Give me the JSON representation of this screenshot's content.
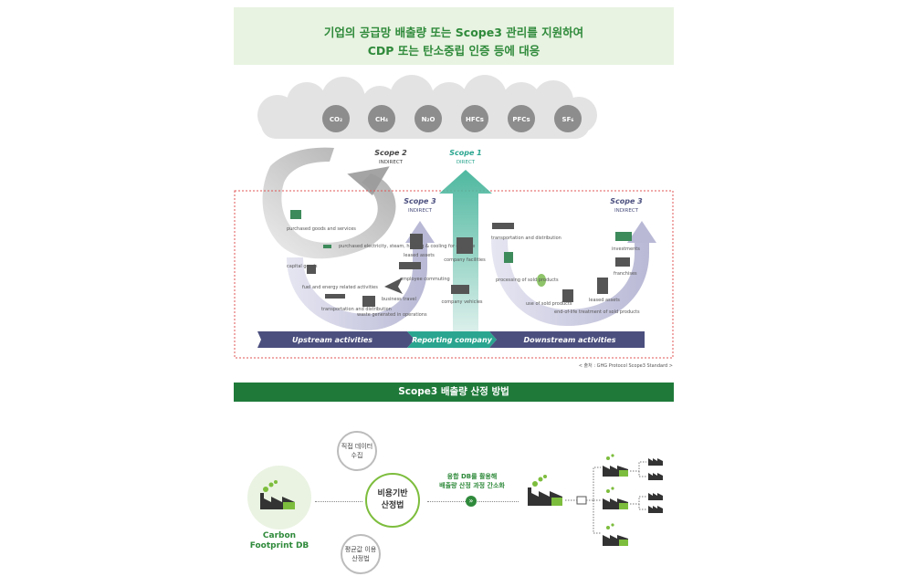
{
  "header": {
    "line1": "기업의 공급망 배출량 또는 Scope3 관리를 지원하여",
    "line2": "CDP 또는 탄소중립 인증 등에 대응"
  },
  "gases": [
    "CO₂",
    "CH₄",
    "N₂O",
    "HFCs",
    "PFCs",
    "SF₆"
  ],
  "scope2": {
    "title": "Scope 2",
    "sub": "INDIRECT"
  },
  "scope1": {
    "title": "Scope 1",
    "sub": "DIRECT"
  },
  "scope3_up": {
    "title": "Scope 3",
    "sub": "INDIRECT"
  },
  "scope3_down": {
    "title": "Scope 3",
    "sub": "INDIRECT"
  },
  "upstream_items": {
    "purchased_goods": "purchased goods and services",
    "capital_goods": "capital goods",
    "fuel_energy": "fuel and energy related activities",
    "transport_up": "transportation and distribution",
    "waste": "waste generated in operations",
    "business_travel": "business travel",
    "employee_commuting": "employee commuting",
    "leased_assets_up": "leased assets",
    "purchased_electricity": "purchased electricity, steam, heating & cooling for own use"
  },
  "reporting_items": {
    "company_facilities": "company facilities",
    "company_vehicles": "company vehicles"
  },
  "downstream_items": {
    "transport_down": "transportation and distribution",
    "processing": "processing of sold products",
    "use_sold": "use of sold products",
    "end_of_life": "end-of-life treatment of sold products",
    "leased_assets_down": "leased assets",
    "franchises": "franchises",
    "investments": "investments"
  },
  "bars": {
    "upstream": "Upstream activities",
    "reporting": "Reporting company",
    "downstream": "Downstream activities"
  },
  "source": "< 출처 : GHG Protocol Scope3 Standard >",
  "method_title": "Scope3 배출량 산정 방법",
  "carbon_db": {
    "line1": "Carbon",
    "line2": "Footprint DB"
  },
  "circle_top": {
    "line1": "직접 데이터",
    "line2": "수집"
  },
  "circle_center": {
    "line1": "비용기반",
    "line2": "산정법"
  },
  "circle_bottom": {
    "line1": "평균값 이용",
    "line2": "산정법"
  },
  "arrow_text": {
    "line1": "융합 DB를 활용해",
    "line2": "배출량 산정 과정 간소화"
  },
  "colors": {
    "green": "#2f8a3b",
    "dark_green": "#1f7a3a",
    "teal": "#2aa58f",
    "navy": "#4b4f7e",
    "lavender": "#c9c9e0"
  }
}
